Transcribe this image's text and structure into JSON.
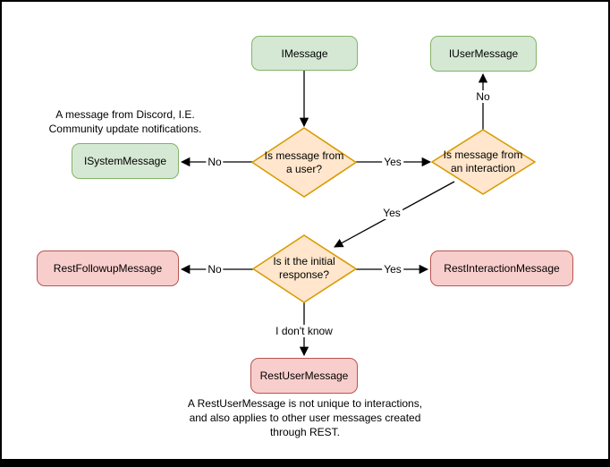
{
  "diagram": {
    "nodes": {
      "imessage": "IMessage",
      "iusermessage": "IUserMessage",
      "isystemmessage": "ISystemMessage",
      "restfollowupmessage": "RestFollowupMessage",
      "restinteractionmessage": "RestInteractionMessage",
      "restusermessage": "RestUserMessage"
    },
    "decisions": {
      "from_user": {
        "line1": "Is message from",
        "line2": "a user?"
      },
      "from_interaction": {
        "line1": "Is message from",
        "line2": "an interaction"
      },
      "initial_response": {
        "line1": "Is it the initial",
        "line2": "response?"
      }
    },
    "edge_labels": {
      "user_no": "No",
      "user_yes": "Yes",
      "interaction_no": "No",
      "interaction_yes": "Yes",
      "initial_no": "No",
      "initial_yes": "Yes",
      "initial_unknown": "I don't know"
    },
    "annotations": {
      "system_note_line1": "A message from Discord, I.E.",
      "system_note_line2": "Community update notifications.",
      "rest_note_line1": "A RestUserMessage is not unique to interactions,",
      "rest_note_line2": "and also applies to other user messages created",
      "rest_note_line3": "through REST."
    },
    "colors": {
      "interface_fill": "#d5e8d4",
      "interface_stroke": "#82b366",
      "decision_fill": "#ffe6cc",
      "decision_stroke": "#d79b00",
      "rest_fill": "#f8cecc",
      "rest_stroke": "#b85450",
      "edge": "#000000",
      "background": "#ffffff"
    }
  }
}
